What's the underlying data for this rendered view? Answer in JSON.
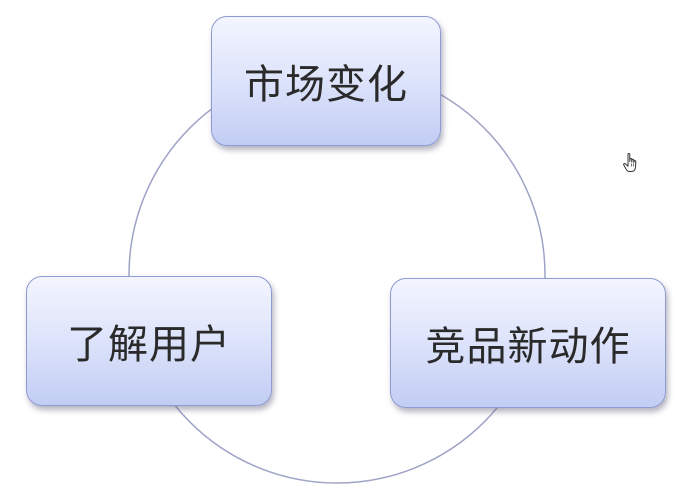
{
  "diagram": {
    "type": "cycle",
    "nodes": [
      {
        "id": "market",
        "label": "市场变化"
      },
      {
        "id": "users",
        "label": "了解用户"
      },
      {
        "id": "competitors",
        "label": "竞品新动作"
      }
    ]
  },
  "colors": {
    "ring_stroke": "#9fa4c7",
    "node_border": "#8f9bd0",
    "node_fill_top": "#f3f5ff",
    "node_fill_bottom": "#c2cdf4",
    "text": "#2a2a2a"
  },
  "icons": {
    "cursor": "hand-pointer-icon"
  }
}
